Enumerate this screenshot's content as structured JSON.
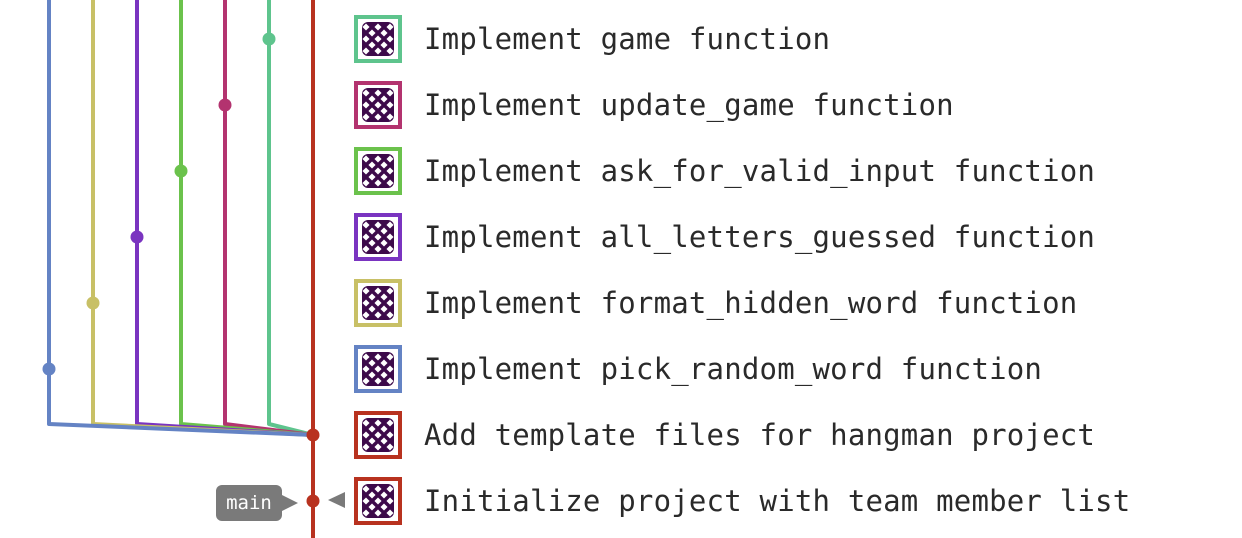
{
  "colors": {
    "main": "#b8321f",
    "blue": "#6483c4",
    "khaki": "#c8c066",
    "purple": "#7a34c0",
    "green": "#6bc24c",
    "magenta": "#b3336f",
    "teal": "#5ec48d",
    "avatar_fg": "#3d0a4a"
  },
  "branch_label": "main",
  "commits": [
    {
      "message": "Implement game function",
      "color": "teal",
      "lane": 5
    },
    {
      "message": "Implement update_game function",
      "color": "magenta",
      "lane": 4
    },
    {
      "message": "Implement ask_for_valid_input function",
      "color": "green",
      "lane": 3
    },
    {
      "message": "Implement all_letters_guessed function",
      "color": "purple",
      "lane": 2
    },
    {
      "message": "Implement format_hidden_word function",
      "color": "khaki",
      "lane": 1
    },
    {
      "message": "Implement pick_random_word function",
      "color": "blue",
      "lane": 0
    },
    {
      "message": "Add template files for hangman project",
      "color": "main",
      "lane": 6
    },
    {
      "message": "Initialize project with team member list",
      "color": "main",
      "lane": 6
    }
  ]
}
